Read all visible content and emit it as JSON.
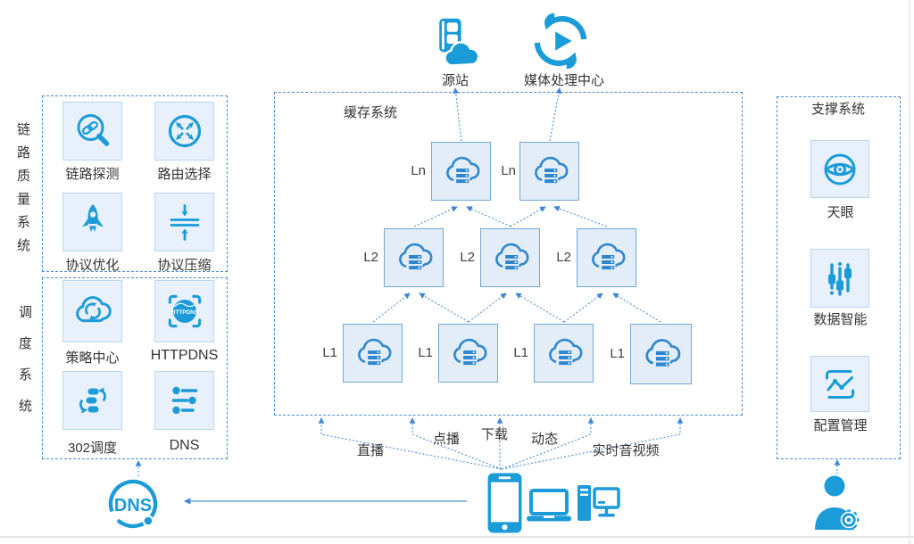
{
  "colors": {
    "brand_blue": "#1b9bd8",
    "node_blue": "#2f86cf",
    "wire_blue": "#4a8cd6",
    "tile_fill": "#e8f1fb",
    "tile_border": "#b9d6ef",
    "node_fill": "#e3edf8",
    "node_border": "#74a7da",
    "text": "#333333"
  },
  "top_nodes": {
    "origin": {
      "label": "源站"
    },
    "media": {
      "label": "媒体处理中心"
    }
  },
  "panels": {
    "link_quality": {
      "title": "链路质量系统",
      "tiles": [
        {
          "label": "链路探测",
          "icon": "link-probe-icon"
        },
        {
          "label": "路由选择",
          "icon": "route-select-icon"
        },
        {
          "label": "协议优化",
          "icon": "protocol-optimize-icon"
        },
        {
          "label": "协议压缩",
          "icon": "protocol-compress-icon"
        }
      ]
    },
    "scheduling": {
      "title": "调度系统",
      "tiles": [
        {
          "label": "策略中心",
          "icon": "policy-center-icon"
        },
        {
          "label": "HTTPDNS",
          "icon": "httpdns-icon"
        },
        {
          "label": "302调度",
          "icon": "dispatch-302-icon"
        },
        {
          "label": "DNS",
          "icon": "dns-sliders-icon"
        }
      ]
    },
    "support": {
      "title": "支撑系统",
      "tiles": [
        {
          "label": "天眼",
          "icon": "sky-eye-icon"
        },
        {
          "label": "数据智能",
          "icon": "data-intelligence-icon"
        },
        {
          "label": "配置管理",
          "icon": "config-management-icon"
        }
      ]
    }
  },
  "cache": {
    "title": "缓存系统",
    "ln_labels": [
      "Ln",
      "Ln"
    ],
    "l2_labels": [
      "L2",
      "L2",
      "L2"
    ],
    "l1_labels": [
      "L1",
      "L1",
      "L1",
      "L1"
    ]
  },
  "flows": [
    "直播",
    "点播",
    "下载",
    "动态",
    "实时音视频"
  ],
  "dns_globe_label": "DNS",
  "httpdns_icon_text": "HTTPDNS"
}
